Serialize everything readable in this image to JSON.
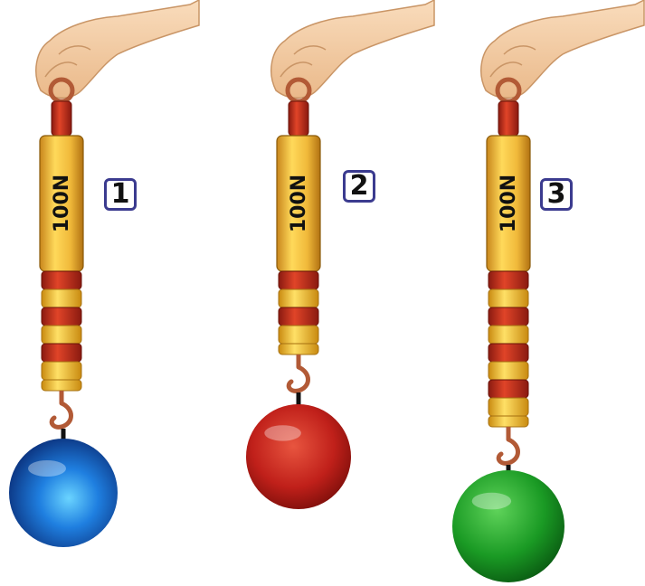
{
  "scales": [
    {
      "number": "1",
      "capacity_label": "100N",
      "stripes": 6,
      "ball_color": "blue"
    },
    {
      "number": "2",
      "capacity_label": "100N",
      "stripes": 4,
      "ball_color": "red"
    },
    {
      "number": "3",
      "capacity_label": "100N",
      "stripes": 8,
      "ball_color": "green"
    }
  ],
  "colors": {
    "stripe_red": "#c0281a",
    "stripe_yellow": "#f3c21a",
    "barrel_gold": "#f0b93a",
    "hook": "#b25a36",
    "number_box_border": "#3b3b8f",
    "ball_blue": "#1f7fe0",
    "ball_red": "#c0201a",
    "ball_green": "#1a9a24",
    "skin": "#f6d3ad"
  },
  "icons": [
    "hand-icon",
    "spring-scale-icon",
    "hook-icon",
    "ball-icon"
  ]
}
